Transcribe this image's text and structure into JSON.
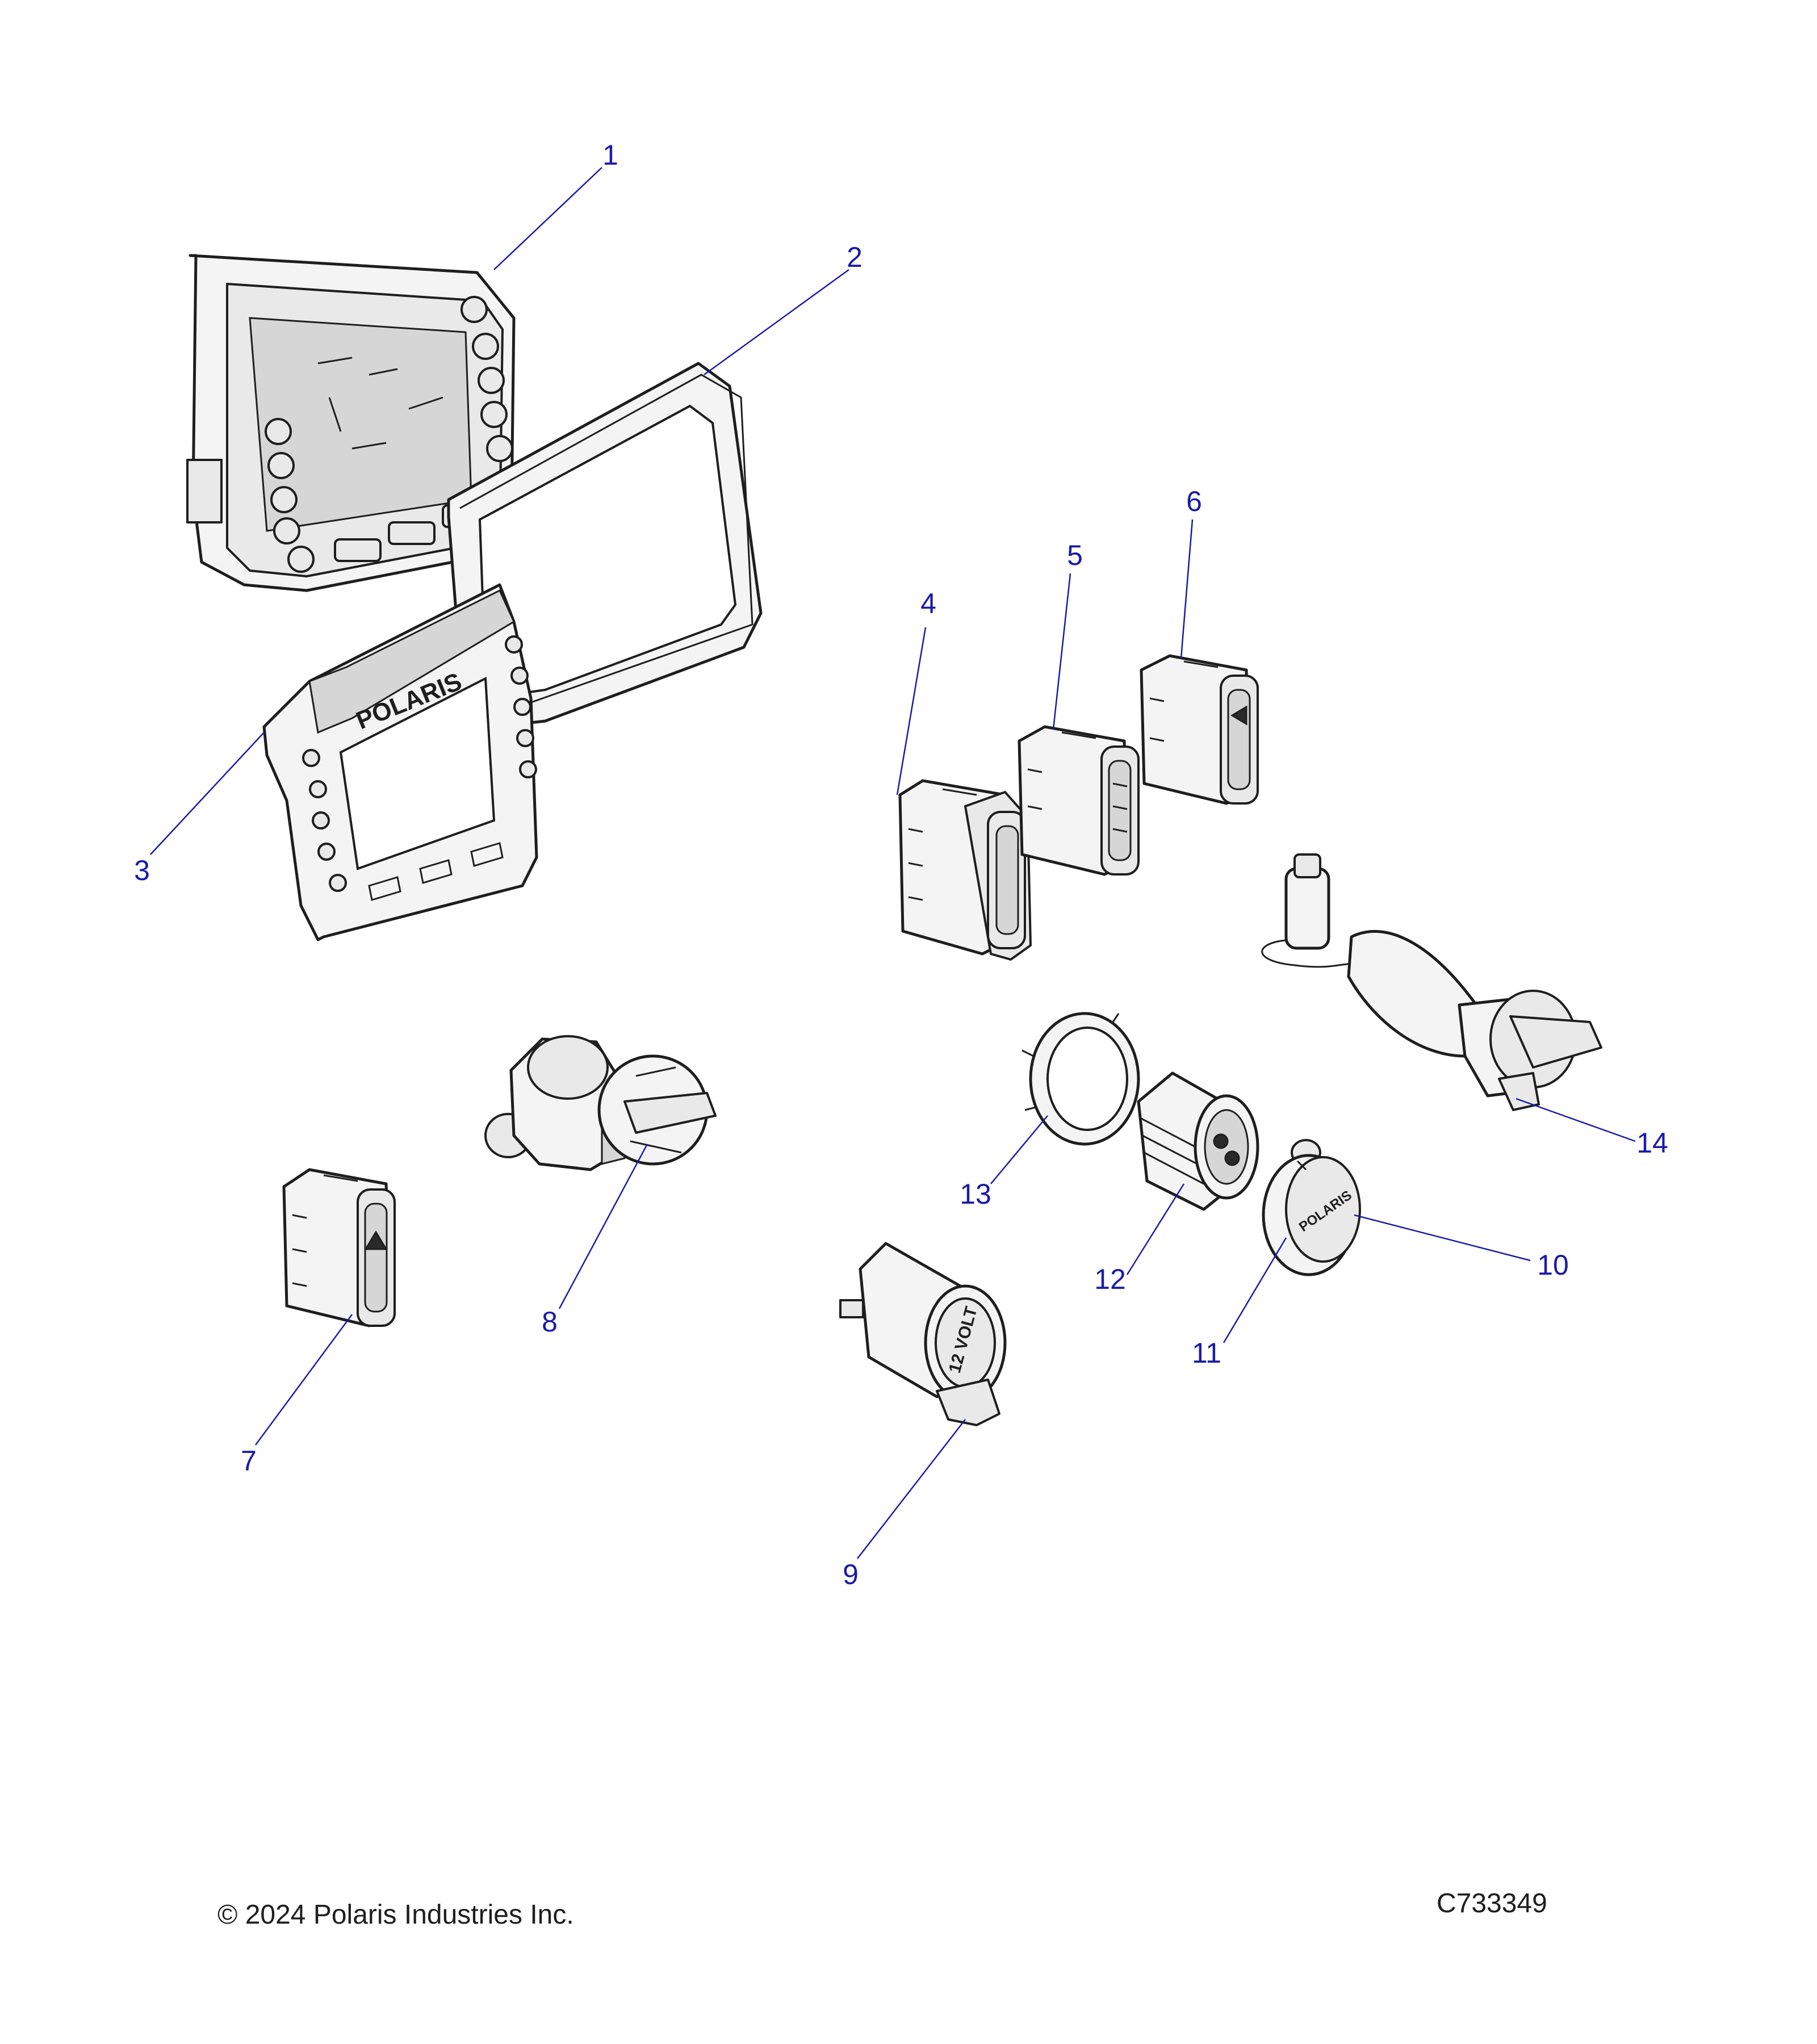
{
  "diagram": {
    "callouts": [
      "1",
      "2",
      "3",
      "4",
      "5",
      "6",
      "7",
      "8",
      "9",
      "10",
      "11",
      "12",
      "13",
      "14"
    ],
    "part_markings": {
      "bezel_brand": "POLARIS",
      "socket_label": "12 VOLT",
      "cap_brand": "POLARIS"
    },
    "colors": {
      "callout": "#1a1aa8",
      "line_art": "#1e1e1e",
      "background": "#ffffff"
    }
  },
  "footer": {
    "copyright": "© 2024 Polaris Industries Inc.",
    "figure_id": "C733349"
  }
}
